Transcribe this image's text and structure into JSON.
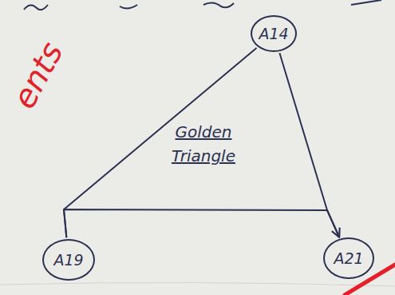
{
  "diagram": {
    "nodes": [
      {
        "text": [
          "A14"
        ]
      },
      {
        "text": [
          "A19"
        ]
      },
      {
        "text": [
          "A21"
        ]
      }
    ],
    "edges": [
      {
        "from": 0,
        "to": 2,
        "arrow": "to"
      },
      {
        "from": 2,
        "to": 1,
        "arrow": "none"
      },
      {
        "from": 1,
        "to": 0,
        "arrow": "none"
      }
    ],
    "labels": [
      "Golden Triangle",
      "ents"
    ]
  }
}
